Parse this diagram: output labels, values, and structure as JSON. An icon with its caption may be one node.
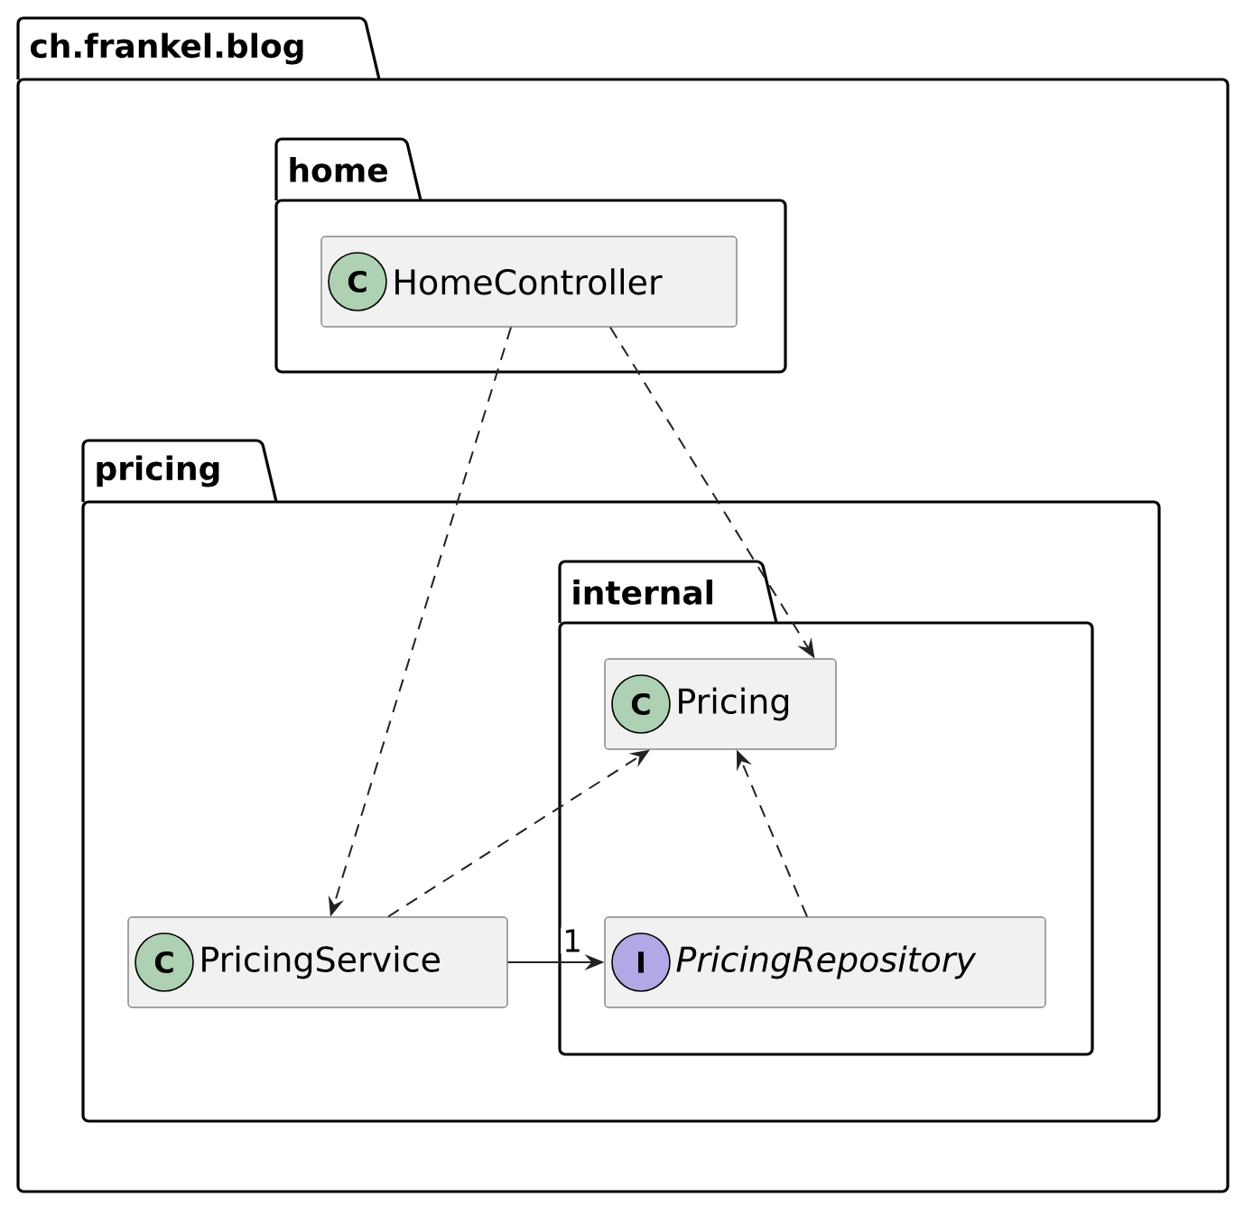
{
  "diagram": {
    "nodes": [
      {
        "text": [
          "ch.frankel.blog"
        ]
      },
      {
        "text": [
          "home"
        ],
        "in": 0
      },
      {
        "text": [
          "C",
          "HomeController"
        ],
        "in": 1
      },
      {
        "text": [
          "pricing"
        ],
        "in": 0
      },
      {
        "text": [
          "internal"
        ],
        "in": 3
      },
      {
        "text": [
          "C",
          "Pricing"
        ],
        "in": 4
      },
      {
        "text": [
          "C",
          "PricingService"
        ],
        "in": 3
      },
      {
        "text": [
          "I",
          "PricingRepository"
        ],
        "in": 4
      }
    ],
    "edges": [
      {
        "from": 2,
        "to": 6,
        "arrow": "to",
        "style": "dashed"
      },
      {
        "from": 2,
        "to": 5,
        "arrow": "to",
        "style": "dashed"
      },
      {
        "from": 6,
        "to": 5,
        "arrow": "to",
        "style": "dashed"
      },
      {
        "from": 7,
        "to": 5,
        "arrow": "to",
        "style": "dashed"
      },
      {
        "from": 6,
        "to": 7,
        "arrow": "to",
        "label": "1"
      }
    ]
  }
}
